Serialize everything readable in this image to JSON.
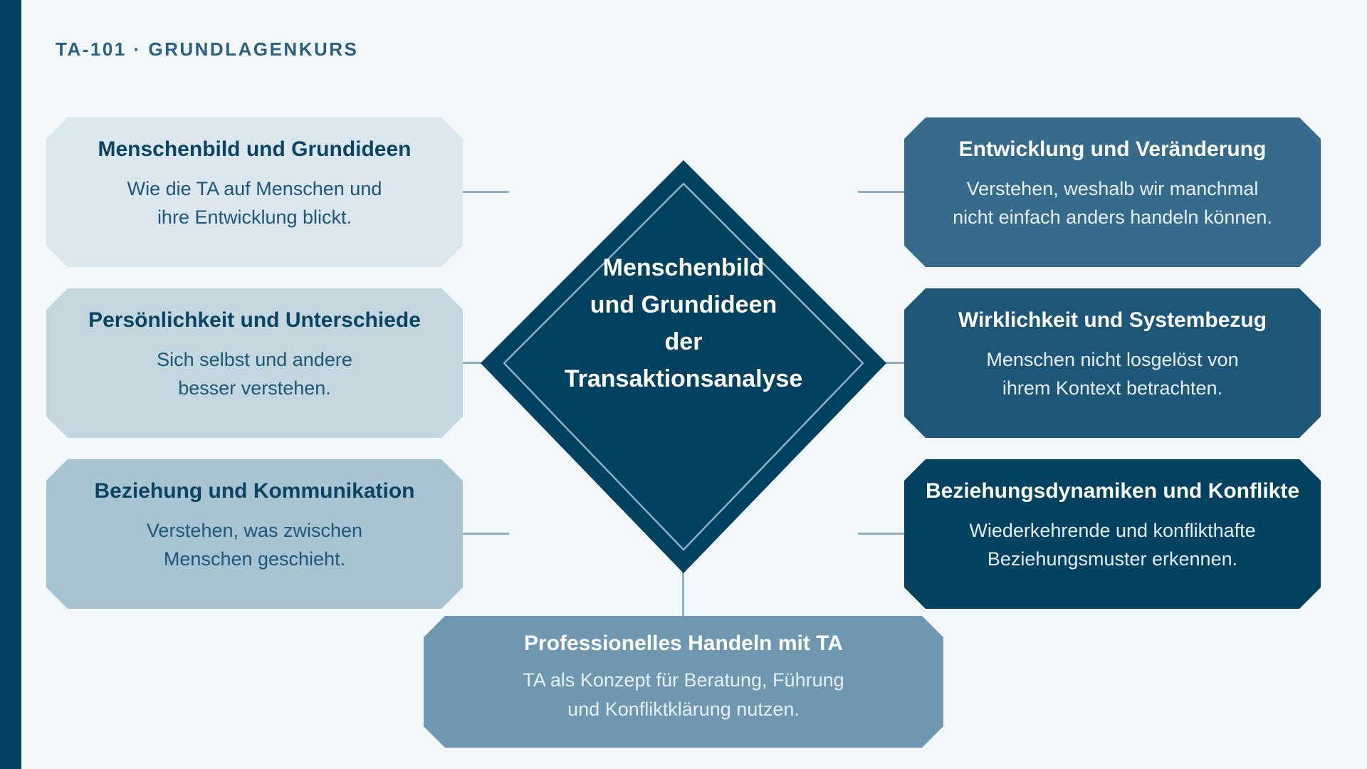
{
  "header": {
    "course_label": "TA-101 · GRUNDLAGENKURS"
  },
  "center": {
    "title_lines": [
      "Menschenbild",
      "und Grundideen",
      "der",
      "Transaktionsanalyse"
    ]
  },
  "modules": {
    "left": [
      {
        "title": "Menschenbild und Grundideen",
        "desc_lines": [
          "Wie die TA auf Menschen und",
          "ihre Entwicklung blickt."
        ]
      },
      {
        "title": "Persönlichkeit und Unterschiede",
        "desc_lines": [
          "Sich selbst und andere",
          "besser verstehen."
        ]
      },
      {
        "title": "Beziehung und Kommunikation",
        "desc_lines": [
          "Verstehen, was zwischen",
          "Menschen geschieht."
        ]
      }
    ],
    "right": [
      {
        "title": "Entwicklung und Veränderung",
        "desc_lines": [
          "Verstehen, weshalb wir manchmal",
          "nicht einfach anders handeln können."
        ]
      },
      {
        "title": "Wirklichkeit und Systembezug",
        "desc_lines": [
          "Menschen nicht losgelöst von",
          "ihrem Kontext betrachten."
        ]
      },
      {
        "title": "Beziehungsdynamiken und Konflikte",
        "desc_lines": [
          "Wiederkehrende und konflikthafte",
          "Beziehungsmuster erkennen."
        ]
      }
    ],
    "bottom": {
      "title": "Professionelles Handeln mit TA",
      "desc_lines": [
        "TA als Konzept für Beratung, Führung",
        "und Konfliktklärung nutzen."
      ]
    }
  },
  "colors": {
    "stripe": "#00425f",
    "background": "#f2f7fb",
    "connector": "#8fb0c4",
    "diamond_fill": "#00425f",
    "diamond_inner_stroke": "#8fb0c4"
  }
}
